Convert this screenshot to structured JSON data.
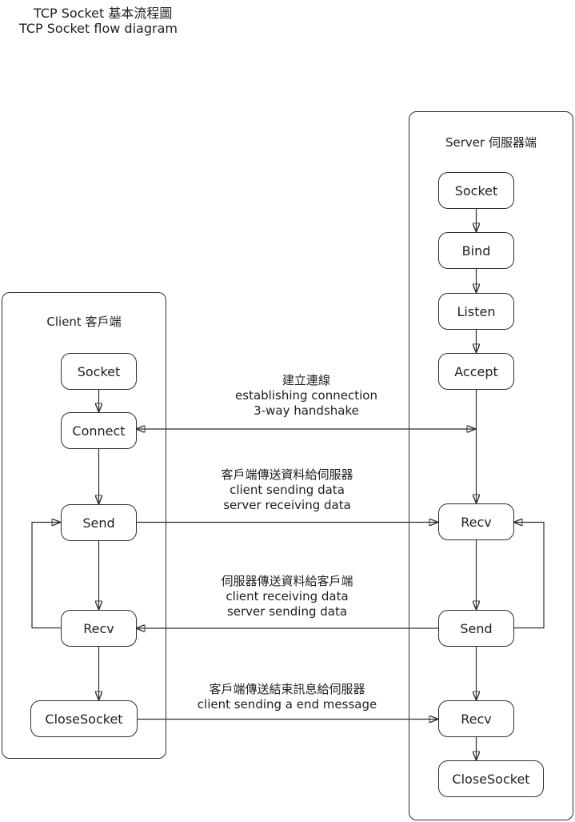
{
  "title": {
    "line1": "TCP Socket 基本流程圖",
    "line2": "TCP Socket flow diagram"
  },
  "client": {
    "header": "Client 客戶端",
    "nodes": [
      "Socket",
      "Connect",
      "Send",
      "Recv",
      "CloseSocket"
    ]
  },
  "server": {
    "header": "Server 伺服器端",
    "nodes": [
      "Socket",
      "Bind",
      "Listen",
      "Accept",
      "Recv",
      "Send",
      "Recv",
      "CloseSocket"
    ]
  },
  "connections": [
    {
      "id": "establish-connection",
      "lines": [
        "建立連線",
        "establishing connection",
        "3-way handshake"
      ]
    },
    {
      "id": "client-sending-data",
      "lines": [
        "客戶端傳送資料給伺服器",
        "client sending data",
        "server receiving data"
      ]
    },
    {
      "id": "server-sending-data",
      "lines": [
        "伺服器傳送資料給客戶端",
        "client receiving data",
        "server sending data"
      ]
    },
    {
      "id": "close-message",
      "lines": [
        "客戶端傳送結束訊息給伺服器",
        "client sending a end message"
      ]
    }
  ],
  "colors": {
    "line": "#2e2e2e",
    "text": "#1f1f1f",
    "background": "#ffffff"
  }
}
